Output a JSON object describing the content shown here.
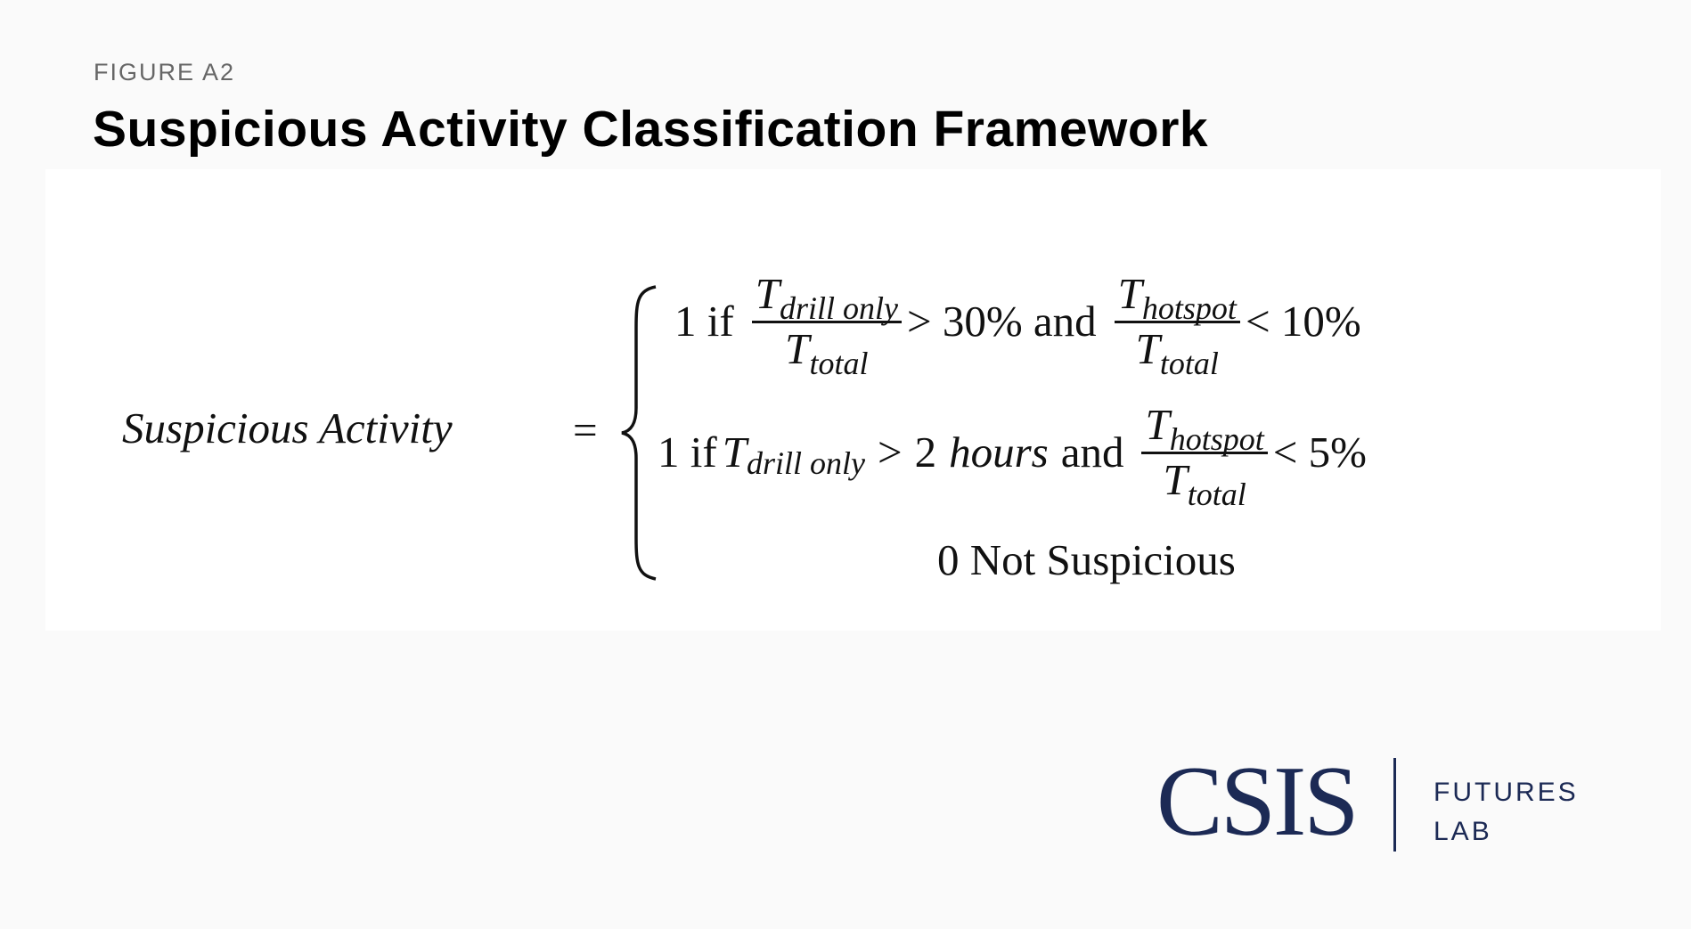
{
  "figure_label": "FIGURE A2",
  "title": "Suspicious Activity Classification Framework",
  "equation": {
    "lhs": "Suspicious Activity",
    "equals": "=",
    "row1": {
      "prefix": "1 if",
      "num_T": "T",
      "num_sub": "drill only",
      "den_T": "T",
      "den_sub": "total",
      "mid": "> 30% and",
      "num2_T": "T",
      "num2_sub": "hotspot",
      "den2_T": "T",
      "den2_sub": "total",
      "suffix": "< 10%"
    },
    "row2": {
      "prefix": "1 if",
      "T": "T",
      "T_sub": "drill only",
      "mid_op": ">",
      "mid_num": "2",
      "mid_var": "hours",
      "mid_and": "and",
      "num_T": "T",
      "num_sub": "hotspot",
      "den_T": "T",
      "den_sub": "total",
      "suffix": "< 5%"
    },
    "row3": {
      "text": "0 Not Suspicious"
    }
  },
  "logo": {
    "name": "CSIS",
    "line1": "FUTURES",
    "line2": "LAB",
    "color": "#1c2a55"
  }
}
